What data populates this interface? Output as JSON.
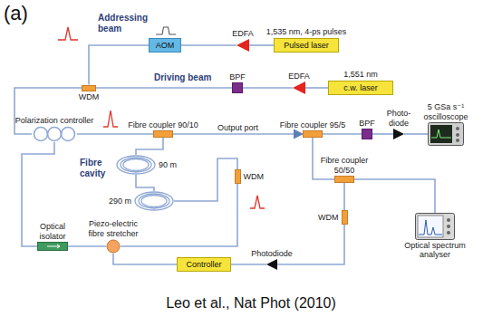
{
  "diagram": {
    "caption": "Leo et al., Nat Phot (2010)",
    "nodes": [
      {
        "text": [
          "AOM"
        ]
      },
      {
        "text": [
          "EDFA"
        ]
      },
      {
        "text": [
          "1,535 nm, 4-ps pulses",
          "Pulsed laser"
        ]
      },
      {
        "text": [
          "WDM"
        ]
      },
      {
        "text": [
          "BPF"
        ]
      },
      {
        "text": [
          "EDFA"
        ]
      },
      {
        "text": [
          "1,551 nm",
          "c.w. laser"
        ]
      },
      {
        "text": [
          "Polarization controller"
        ]
      },
      {
        "text": [
          "Fibre coupler 90/10"
        ]
      },
      {
        "text": [
          "Fibre coupler 95/5"
        ]
      },
      {
        "text": [
          "BPF"
        ]
      },
      {
        "text": [
          "Photo-diode"
        ]
      },
      {
        "text": [
          "5 GSa s⁻¹ oscilloscope"
        ]
      },
      {
        "text": [
          "90 m"
        ]
      },
      {
        "text": [
          "290 m"
        ]
      },
      {
        "text": [
          "WDM"
        ]
      },
      {
        "text": [
          "Fibre coupler 50/50"
        ]
      },
      {
        "text": [
          "WDM"
        ]
      },
      {
        "text": [
          "Optical isolator"
        ]
      },
      {
        "text": [
          "Piezo-electric fibre stretcher"
        ]
      },
      {
        "text": [
          "Controller"
        ]
      },
      {
        "text": [
          "Photodiode"
        ]
      },
      {
        "text": [
          "Optical spectrum analyser"
        ]
      }
    ],
    "edges": [
      {
        "from": 2,
        "to": 1,
        "arrow": "none"
      },
      {
        "from": 1,
        "to": 0,
        "arrow": "none"
      },
      {
        "from": 0,
        "to": 3,
        "arrow": "none"
      },
      {
        "from": 6,
        "to": 5,
        "arrow": "none"
      },
      {
        "from": 5,
        "to": 4,
        "arrow": "none"
      },
      {
        "from": 4,
        "to": 3,
        "arrow": "none"
      },
      {
        "from": 3,
        "to": 7,
        "arrow": "none"
      },
      {
        "from": 7,
        "to": 8,
        "arrow": "none"
      },
      {
        "from": 8,
        "to": 9,
        "arrow": "to",
        "label": "Output port"
      },
      {
        "from": 9,
        "to": 10,
        "arrow": "none"
      },
      {
        "from": 10,
        "to": 11,
        "arrow": "none"
      },
      {
        "from": 11,
        "to": 12,
        "arrow": "none"
      },
      {
        "from": 8,
        "to": 13,
        "arrow": "none"
      },
      {
        "from": 13,
        "to": 14,
        "arrow": "none"
      },
      {
        "from": 14,
        "to": 15,
        "arrow": "none"
      },
      {
        "from": 15,
        "to": 19,
        "arrow": "none"
      },
      {
        "from": 19,
        "to": 18,
        "arrow": "none"
      },
      {
        "from": 18,
        "to": 7,
        "arrow": "none"
      },
      {
        "from": 9,
        "to": 16,
        "arrow": "none"
      },
      {
        "from": 16,
        "to": 22,
        "arrow": "none"
      },
      {
        "from": 16,
        "to": 17,
        "arrow": "none"
      },
      {
        "from": 17,
        "to": 21,
        "arrow": "none"
      },
      {
        "from": 21,
        "to": 20,
        "arrow": "none"
      },
      {
        "from": 20,
        "to": 19,
        "arrow": "none"
      }
    ],
    "labels": [
      "(a)",
      "Addressing beam",
      "Driving beam",
      "Fibre cavity"
    ]
  }
}
